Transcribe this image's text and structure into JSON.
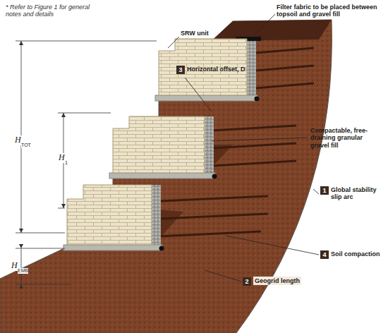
{
  "diagram": {
    "labels": [
      "* Refer to Figure 1 for general notes and details",
      "SRW unit",
      "3",
      "Horizontal offset, D",
      "Filter fabric to be placed between topsoil and gravel fill",
      "Compactable, free-draining granular gravel fill",
      "1",
      "Global stability slip arc",
      "4",
      "Soil compaction",
      "2",
      "Geogrid length",
      "H",
      "TOT",
      "H",
      "1",
      "H",
      "EMB"
    ]
  }
}
